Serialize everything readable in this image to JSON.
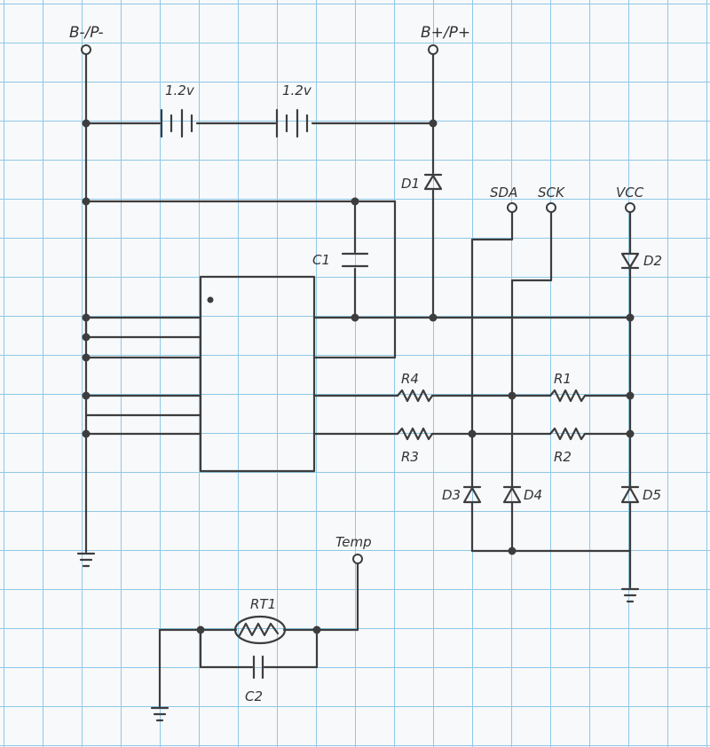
{
  "terminals": {
    "b_minus": "B-/P-",
    "b_plus": "B+/P+",
    "sda": "SDA",
    "sck": "SCK",
    "vcc": "VCC",
    "temp": "Temp"
  },
  "cells": [
    "1.2v",
    "1.2v"
  ],
  "components": {
    "d1": "D1",
    "d2": "D2",
    "d3": "D3",
    "d4": "D4",
    "d5": "D5",
    "c1": "C1",
    "c2": "C2",
    "r1": "R1",
    "r2": "R2",
    "r3": "R3",
    "r4": "R4",
    "rt1": "RT1"
  },
  "colors": {
    "grid": "#8fc8e6",
    "ink": "#3d3d3d",
    "paper": "#f7f9fb"
  }
}
